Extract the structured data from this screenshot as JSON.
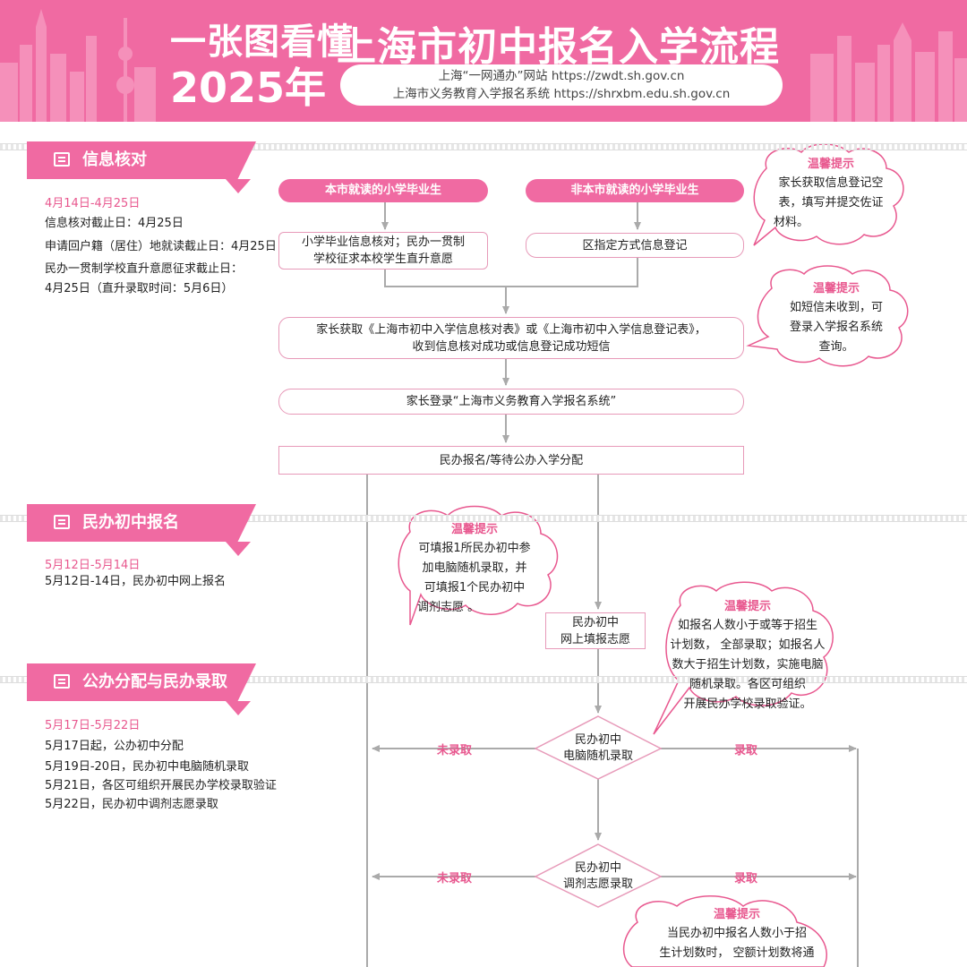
{
  "header": {
    "small_title": "一张图看懂",
    "year": "2025年",
    "main_title": "上海市初中报名入学流程",
    "site1": "上海“一网通办”网站 https://zwdt.sh.gov.cn",
    "site2": "上海市义务教育入学报名系统 https://shrxbm.edu.sh.gov.cn"
  },
  "sections": [
    {
      "title": "信息核对",
      "date": "4月14日-4月25日",
      "lines": [
        "信息核对截止日：4月25日",
        "申请回户籍（居住）地就读截止日：4月25日",
        "民办一贯制学校直升意愿征求截止日：",
        "4月25日（直升录取时间：5月6日）"
      ]
    },
    {
      "title": "民办初中报名",
      "date": "5月12日-5月14日",
      "lines": [
        "5月12日-14日，民办初中网上报名"
      ]
    },
    {
      "title": "公办分配与民办录取",
      "date": "5月17日-5月22日",
      "lines": [
        "5月17日起，公办初中分配",
        "5月19日-20日，民办初中电脑随机录取",
        "5月21日，各区可组织开展民办学校录取验证",
        "5月22日，民办初中调剂志愿录取"
      ]
    }
  ],
  "flow": {
    "local_head": "本市就读的小学毕业生",
    "nonlocal_head": "非本市就读的小学毕业生",
    "local_box": [
      "小学毕业信息核对；民办一贯制",
      "学校征求本校学生直升意愿"
    ],
    "nonlocal_box": "区指定方式信息登记",
    "get_table": [
      "家长获取《上海市初中入学信息核对表》或《上海市初中入学信息登记表》，",
      "收到信息核对成功或信息登记成功短信"
    ],
    "login": "家长登录“上海市义务教育入学报名系统”",
    "choose": "民办报名/等待公办入学分配",
    "apply": [
      "民办初中",
      "网上填报志愿"
    ],
    "lottery": [
      "民办初中",
      "电脑随机录取"
    ],
    "adjust": [
      "民办初中",
      "调剂志愿录取"
    ],
    "not_admitted": "未录取",
    "admitted": "录取"
  },
  "tips": [
    {
      "title": "温馨提示",
      "lines": [
        "家长获取信息登记空",
        "表，填写并提交佐证",
        "材料。"
      ]
    },
    {
      "title": "温馨提示",
      "lines": [
        "如短信未收到，可",
        "登录入学报名系统",
        "查询。"
      ]
    },
    {
      "title": "温馨提示",
      "lines": [
        "可填报1所民办初中参",
        "加电脑随机录取，并",
        "可填报1个民办初中",
        "调剂志愿 。"
      ]
    },
    {
      "title": "温馨提示",
      "lines": [
        "如报名人数小于或等于招生",
        "计划数， 全部录取；如报名人",
        "数大于招生计划数，实施电脑",
        "随机录取。各区可组织",
        "开展民办学校录取验证。"
      ]
    },
    {
      "title": "温馨提示",
      "lines": [
        "当民办初中报名人数小于招",
        "生计划数时， 空额计划数将通"
      ]
    }
  ],
  "colors": {
    "accent": "#f06aa2",
    "accent_text": "#e8588f",
    "line": "#aaaaaa",
    "box_border": "#e79ab9"
  }
}
